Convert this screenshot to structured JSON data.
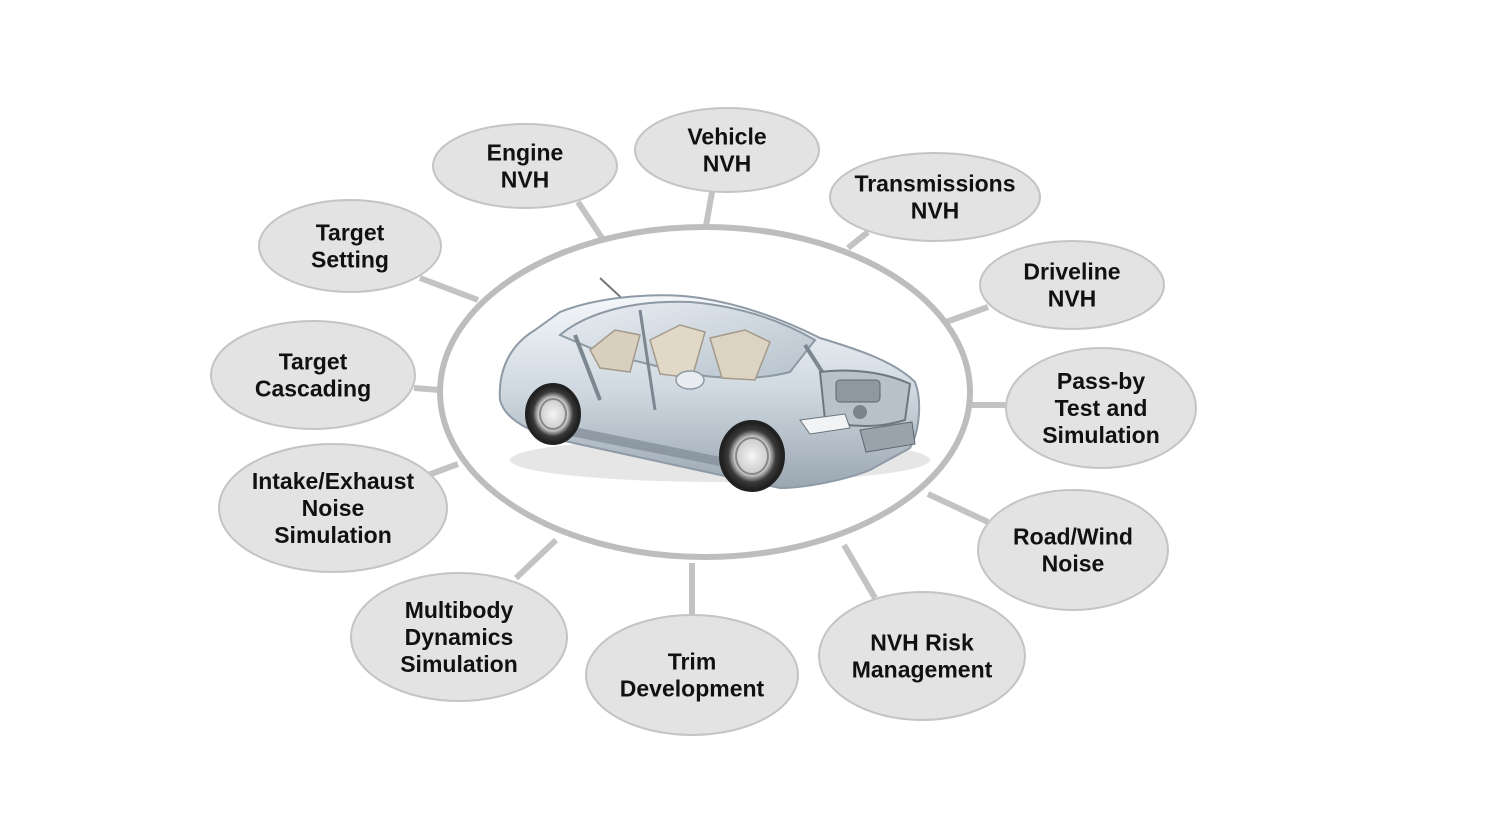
{
  "nodes": [
    {
      "id": "engine-nvh",
      "lines": [
        "Engine",
        "NVH"
      ]
    },
    {
      "id": "vehicle-nvh",
      "lines": [
        "Vehicle",
        "NVH"
      ]
    },
    {
      "id": "transmissions-nvh",
      "lines": [
        "Transmissions",
        "NVH"
      ]
    },
    {
      "id": "driveline-nvh",
      "lines": [
        "Driveline",
        "NVH"
      ]
    },
    {
      "id": "pass-by-test",
      "lines": [
        "Pass-by",
        "Test and",
        "Simulation"
      ]
    },
    {
      "id": "road-wind-noise",
      "lines": [
        "Road/Wind",
        "Noise"
      ]
    },
    {
      "id": "nvh-risk-management",
      "lines": [
        "NVH Risk",
        "Management"
      ]
    },
    {
      "id": "trim-development",
      "lines": [
        "Trim",
        "Development"
      ]
    },
    {
      "id": "multibody-dynamics",
      "lines": [
        "Multibody",
        "Dynamics",
        "Simulation"
      ]
    },
    {
      "id": "intake-exhaust-noise",
      "lines": [
        "Intake/Exhaust",
        "Noise",
        "Simulation"
      ]
    },
    {
      "id": "target-cascading",
      "lines": [
        "Target",
        "Cascading"
      ]
    },
    {
      "id": "target-setting",
      "lines": [
        "Target",
        "Setting"
      ]
    }
  ],
  "center": {
    "image": "cutaway-car-illustration"
  },
  "colors": {
    "bubble_fill": "#e3e3e3",
    "bubble_stroke": "#c4c4c4",
    "ring": "#bdbdbd",
    "text": "#111111"
  }
}
